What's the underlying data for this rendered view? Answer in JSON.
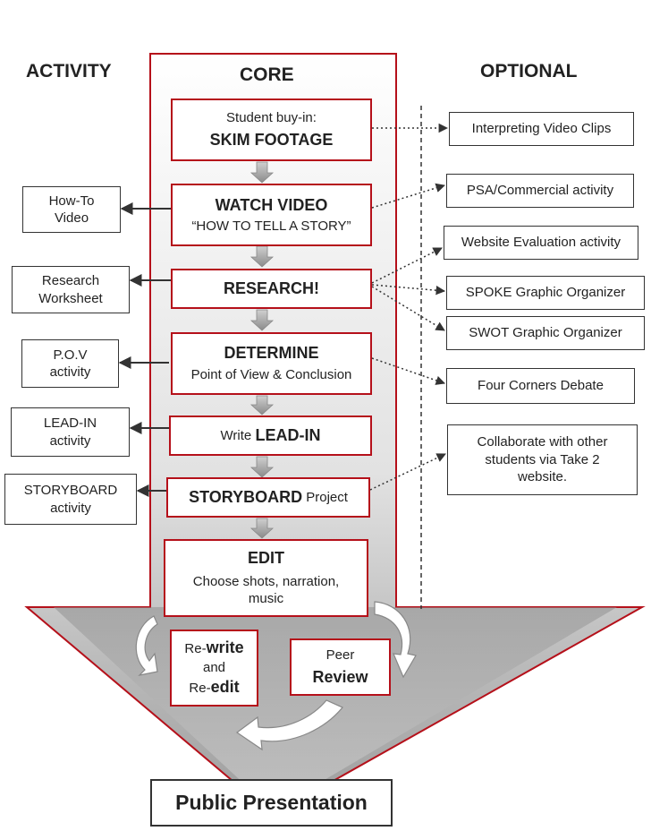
{
  "headers": {
    "activity": "ACTIVITY",
    "core": "CORE",
    "optional": "OPTIONAL"
  },
  "core": {
    "skim": {
      "line1": "Student buy-in:",
      "line2": "SKIM FOOTAGE"
    },
    "watch": {
      "line1": "WATCH VIDEO",
      "line2": "“HOW TO TELL A STORY”"
    },
    "research": {
      "line1": "RESEARCH!"
    },
    "determine": {
      "line1": "DETERMINE",
      "line2": "Point of View & Conclusion"
    },
    "leadin": {
      "pre": "Write ",
      "bold": "LEAD-IN"
    },
    "storyboard": {
      "bold": "STORYBOARD",
      "post": " Project"
    },
    "edit": {
      "line1": "EDIT",
      "line2": "Choose shots, narration,",
      "line3": "music"
    }
  },
  "cycle": {
    "rewrite": {
      "a": "Re-",
      "b": "write",
      "c": "and",
      "d": "Re-",
      "e": "edit"
    },
    "peer": {
      "a": "Peer",
      "b": "Review"
    }
  },
  "activities": {
    "howto": [
      "How-To",
      "Video"
    ],
    "research": [
      "Research",
      "Worksheet"
    ],
    "pov": [
      "P.O.V",
      "activity"
    ],
    "leadin": [
      "LEAD-IN",
      "activity"
    ],
    "storyboard": [
      "STORYBOARD",
      "activity"
    ]
  },
  "optional": {
    "interpreting": "Interpreting Video Clips",
    "psa": "PSA/Commercial activity",
    "website_eval": "Website Evaluation activity",
    "spoke": "SPOKE Graphic Organizer",
    "swot": "SWOT Graphic Organizer",
    "four_corners": "Four Corners Debate",
    "collaborate": [
      "Collaborate with other",
      "students via Take 2",
      "website."
    ]
  },
  "final": "Public Presentation",
  "colors": {
    "accent": "#b5101a",
    "arrow_gray": "#9a9a9a",
    "connector": "#333333"
  }
}
